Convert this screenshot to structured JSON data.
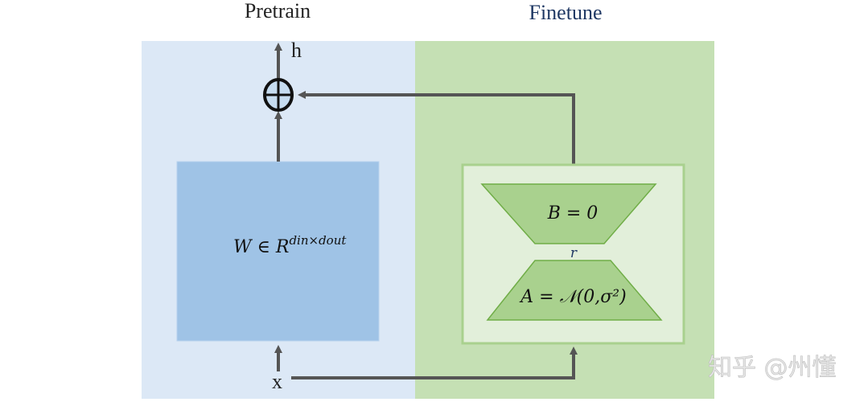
{
  "titles": {
    "pretrain": "Pretrain",
    "finetune": "Finetune"
  },
  "labels": {
    "output": "h",
    "input": "x",
    "weight": "W ∈ R",
    "weight_sup": "din×dout",
    "b_matrix": "B = 0",
    "a_matrix": "A = 𝒩(0,σ²)",
    "rank": "r"
  },
  "watermark": "知乎 @州懂",
  "colors": {
    "pretrain_bg": "#dce8f6",
    "finetune_bg": "#c5e0b4",
    "weight_box": "#9fc3e6",
    "lora_box": "#e2efda",
    "trapezoid": "#a9d18e",
    "arrow": "#555555",
    "finetune_title": "#1f3864"
  }
}
